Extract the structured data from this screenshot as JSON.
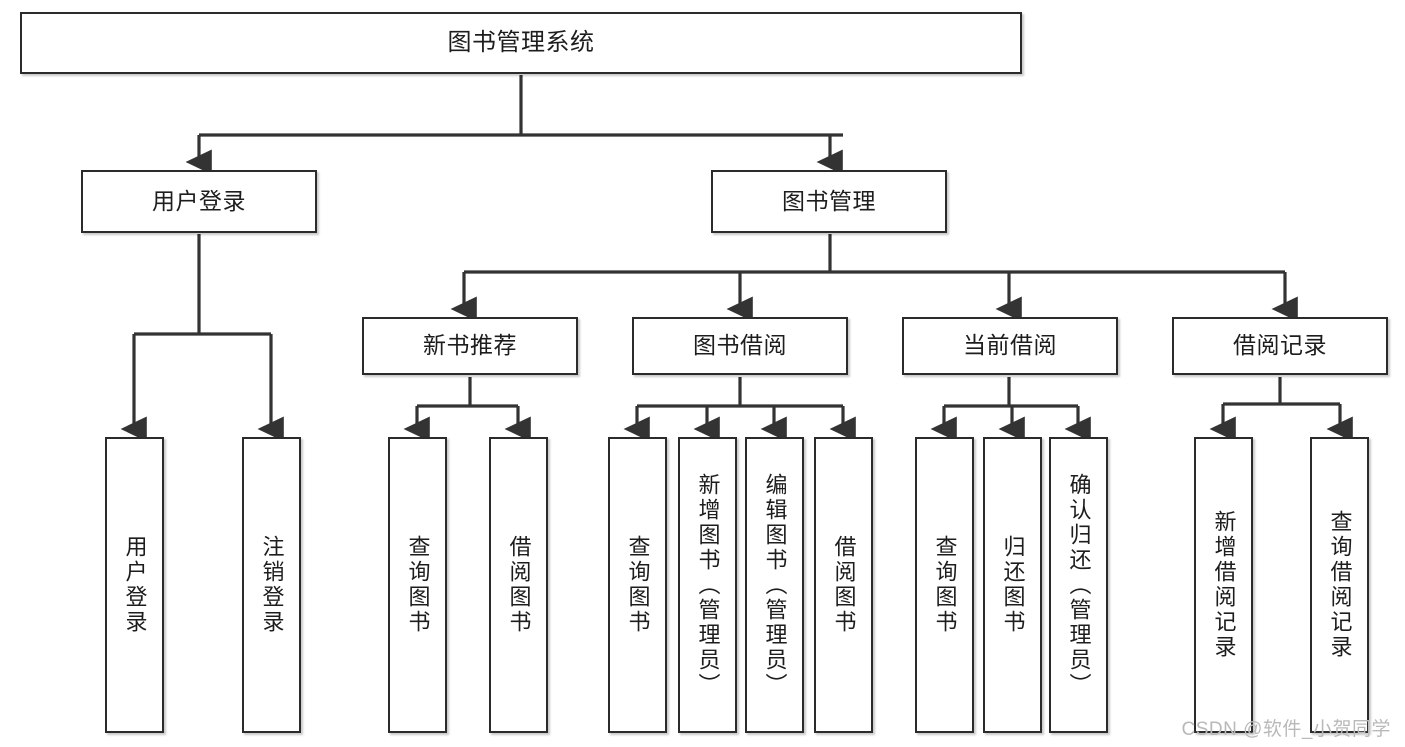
{
  "diagram": {
    "type": "hierarchy-tree",
    "title": "图书管理系统",
    "watermark": "CSDN @软件_小贺同学",
    "colors": {
      "box_border": "#2b2b2b",
      "box_fill": "#ffffff",
      "connector": "#333333",
      "text": "#1d1d1d",
      "watermark": "#b9b9b9"
    },
    "nodes": {
      "root": {
        "label": "图书管理系统"
      },
      "level2": {
        "user_login": {
          "label": "用户登录"
        },
        "book_manage": {
          "label": "图书管理"
        }
      },
      "level3": {
        "new_book_rec": {
          "label": "新书推荐"
        },
        "book_borrow": {
          "label": "图书借阅"
        },
        "current_borrow": {
          "label": "当前借阅"
        },
        "borrow_record": {
          "label": "借阅记录"
        }
      },
      "leaves": {
        "user_login_children": [
          {
            "label": "用户登录"
          },
          {
            "label": "注销登录"
          }
        ],
        "new_book_rec_children": [
          {
            "label": "查询图书"
          },
          {
            "label": "借阅图书"
          }
        ],
        "book_borrow_children": [
          {
            "label": "查询图书"
          },
          {
            "label": "新增图书（管理员）"
          },
          {
            "label": "编辑图书（管理员）"
          },
          {
            "label": "借阅图书"
          }
        ],
        "current_borrow_children": [
          {
            "label": "查询图书"
          },
          {
            "label": "归还图书"
          },
          {
            "label": "确认归还（管理员）"
          }
        ],
        "borrow_record_children": [
          {
            "label": "新增借阅记录"
          },
          {
            "label": "查询借阅记录"
          }
        ]
      }
    }
  }
}
